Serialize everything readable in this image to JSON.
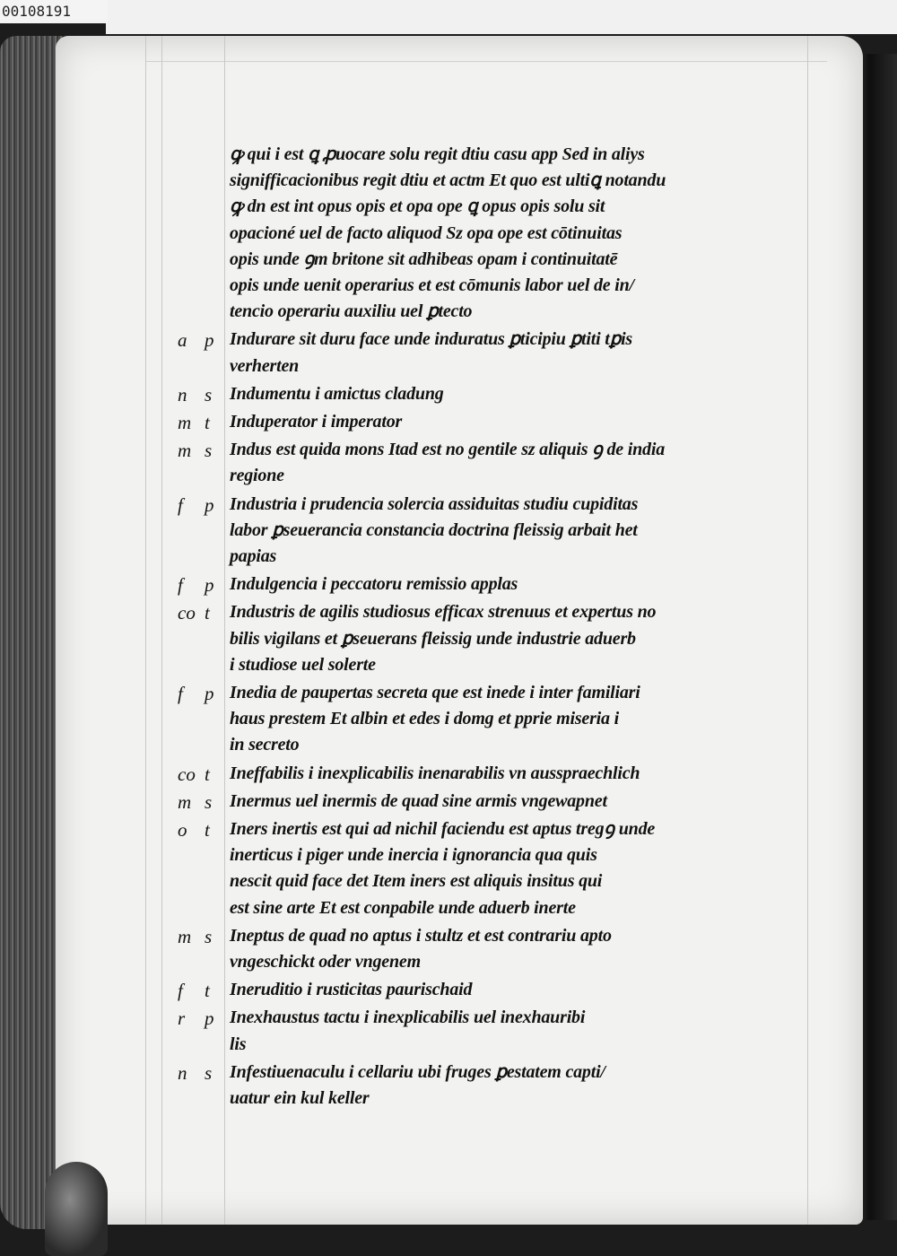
{
  "scan_id": "00108191",
  "entries": [
    {
      "m1": "",
      "m2": "",
      "lines": [
        "ꝙ qui i est ꝗ ꝓuocare solu regit dtiu casu app Sed in aliys",
        "signifficacionibus regit dtiu et actm Et quo est ultiꝗ notandu",
        "ꝙ dn est int opus opis et opa ope ꝗ opus opis solu sit",
        "opacioné uel de facto aliquod Sz opa ope est cōtinuitas",
        "opis unde ꝯm britone sit adhibeas opam i continuitatē",
        "opis unde uenit operarius et est cōmunis labor uel de in/",
        "tencio operariu auxiliu uel ꝑtecto"
      ]
    },
    {
      "m1": "a",
      "m2": "p",
      "lines": [
        "Indurare sit duru face unde induratus ꝑticipiu ꝑtiti tꝑis",
        "verherten"
      ]
    },
    {
      "m1": "n",
      "m2": "s",
      "lines": [
        "Indumentu i amictus cladung"
      ]
    },
    {
      "m1": "m",
      "m2": "t",
      "lines": [
        "Induperator i imperator"
      ]
    },
    {
      "m1": "m",
      "m2": "s",
      "lines": [
        "Indus est quida mons Itad est no gentile sz aliquis ꝯ de india",
        "regione"
      ]
    },
    {
      "m1": "f",
      "m2": "p",
      "lines": [
        "Industria i prudencia solercia assiduitas studiu cupiditas",
        "labor ꝑseuerancia constancia doctrina fleissig arbait het",
        "papias"
      ]
    },
    {
      "m1": "f",
      "m2": "p",
      "lines": [
        "Indulgencia i peccatoru remissio applas"
      ]
    },
    {
      "m1": "co",
      "m2": "t",
      "lines": [
        "Industris de agilis studiosus efficax strenuus et expertus no",
        "bilis vigilans et ꝑseuerans fleissig unde industrie aduerb",
        "i studiose uel solerte"
      ]
    },
    {
      "m1": "f",
      "m2": "p",
      "lines": [
        "Inedia de paupertas secreta que est inede i inter familiari",
        "haus prestem Et albin et edes i domg et pprie miseria i",
        "in secreto"
      ]
    },
    {
      "m1": "co",
      "m2": "t",
      "lines": [
        "Ineffabilis i inexplicabilis inenarabilis vn ausspraechlich"
      ]
    },
    {
      "m1": "m",
      "m2": "s",
      "lines": [
        "Inermus uel inermis de quad sine armis vngewapnet"
      ]
    },
    {
      "m1": "o",
      "m2": "t",
      "lines": [
        "Iners inertis est qui ad nichil faciendu est aptus tregꝯ unde",
        "inerticus i piger unde inercia i ignorancia qua quis",
        "nescit quid face det Item iners est aliquis insitus qui",
        "est sine arte Et est conpabile unde aduerb inerte"
      ]
    },
    {
      "m1": "m",
      "m2": "s",
      "lines": [
        "Ineptus de quad no aptus i stultz et est contrariu apto",
        "vngeschickt oder vngenem"
      ]
    },
    {
      "m1": "f",
      "m2": "t",
      "lines": [
        "Ineruditio i rusticitas paurischaid"
      ]
    },
    {
      "m1": "r",
      "m2": "p",
      "lines": [
        "Inexhaustus tactu i inexplicabilis uel inexhauribi",
        "lis"
      ]
    },
    {
      "m1": "n",
      "m2": "s",
      "lines": [
        "Infestiuenaculu i cellariu ubi fruges ꝑestatem capti/",
        "uatur ein kul keller"
      ]
    }
  ]
}
